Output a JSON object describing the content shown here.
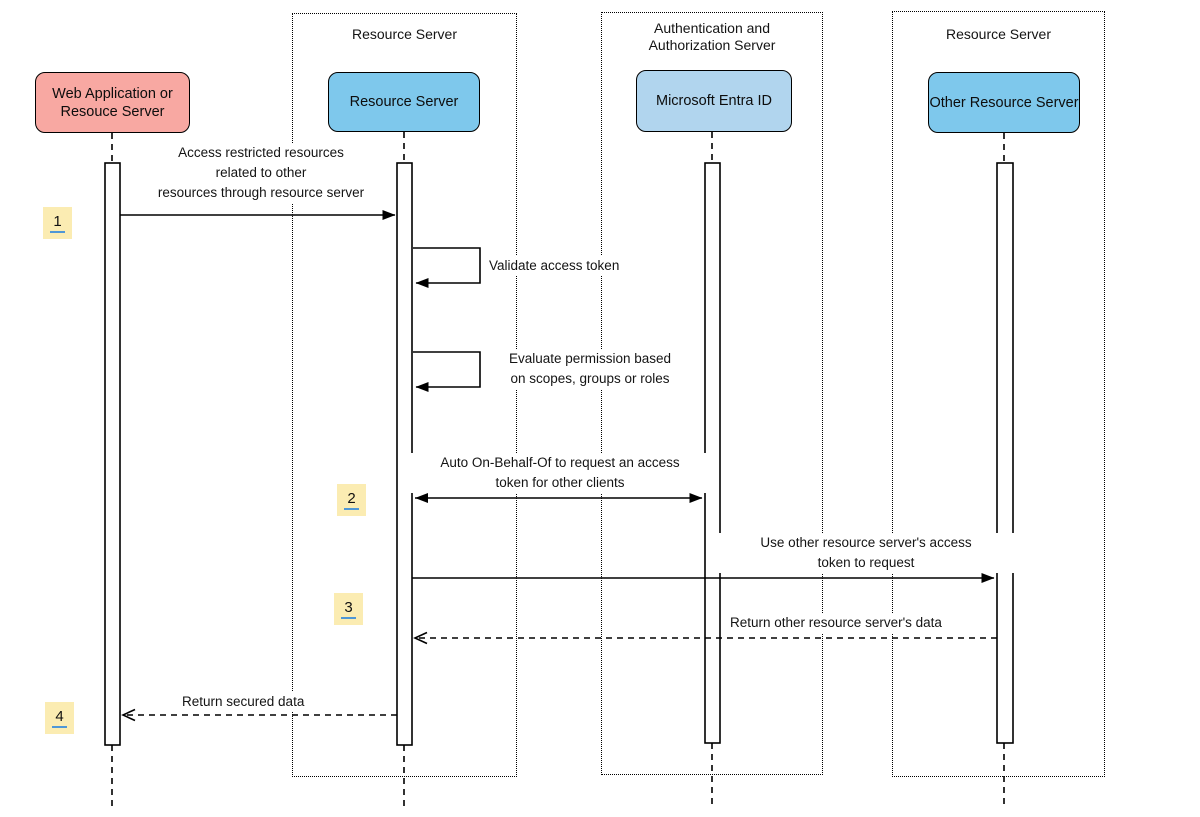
{
  "diagram": {
    "type": "sequence-diagram",
    "colors": {
      "background": "#ffffff",
      "participant_pink": "#f8a8a2",
      "participant_blue": "#7ec8ec",
      "participant_light_blue": "#b1d5ee",
      "badge_yellow": "#fbecb2",
      "badge_underline_blue": "#4f97d6",
      "line_black": "#000000"
    },
    "frames": [
      {
        "title": "Resource Server"
      },
      {
        "title": "Authentication and\nAuthorization Server"
      },
      {
        "title": "Resource Server"
      }
    ],
    "participants": [
      {
        "label": "Web Application or\nResouce Server",
        "color": "#f8a8a2"
      },
      {
        "label": "Resource Server",
        "color": "#7ec8ec"
      },
      {
        "label": "Microsoft Entra ID",
        "color": "#b1d5ee"
      },
      {
        "label": "Other Resource Server",
        "color": "#7ec8ec"
      }
    ],
    "steps": [
      {
        "number": "1"
      },
      {
        "number": "2"
      },
      {
        "number": "3"
      },
      {
        "number": "4"
      }
    ],
    "messages": [
      {
        "text": "Access restricted resources\nrelated to other\nresources through resource server",
        "kind": "solid-arrow",
        "from": "Web Application or Resouce Server",
        "to": "Resource Server"
      },
      {
        "text": "Validate access token",
        "kind": "self-loop",
        "from": "Resource Server",
        "to": "Resource Server"
      },
      {
        "text": "Evaluate permission based\non scopes, groups or roles",
        "kind": "self-loop",
        "from": "Resource Server",
        "to": "Resource Server"
      },
      {
        "text": "Auto On-Behalf-Of to request an access\ntoken for other clients",
        "kind": "double-arrow",
        "from": "Resource Server",
        "to": "Microsoft Entra ID"
      },
      {
        "text": "Use other resource server's access\ntoken to request",
        "kind": "solid-arrow",
        "from": "Resource Server",
        "to": "Other Resource Server"
      },
      {
        "text": "Return other resource server's data",
        "kind": "dashed-return",
        "from": "Other Resource Server",
        "to": "Resource Server"
      },
      {
        "text": "Return secured data",
        "kind": "dashed-return",
        "from": "Resource Server",
        "to": "Web Application or Resouce Server"
      }
    ]
  }
}
